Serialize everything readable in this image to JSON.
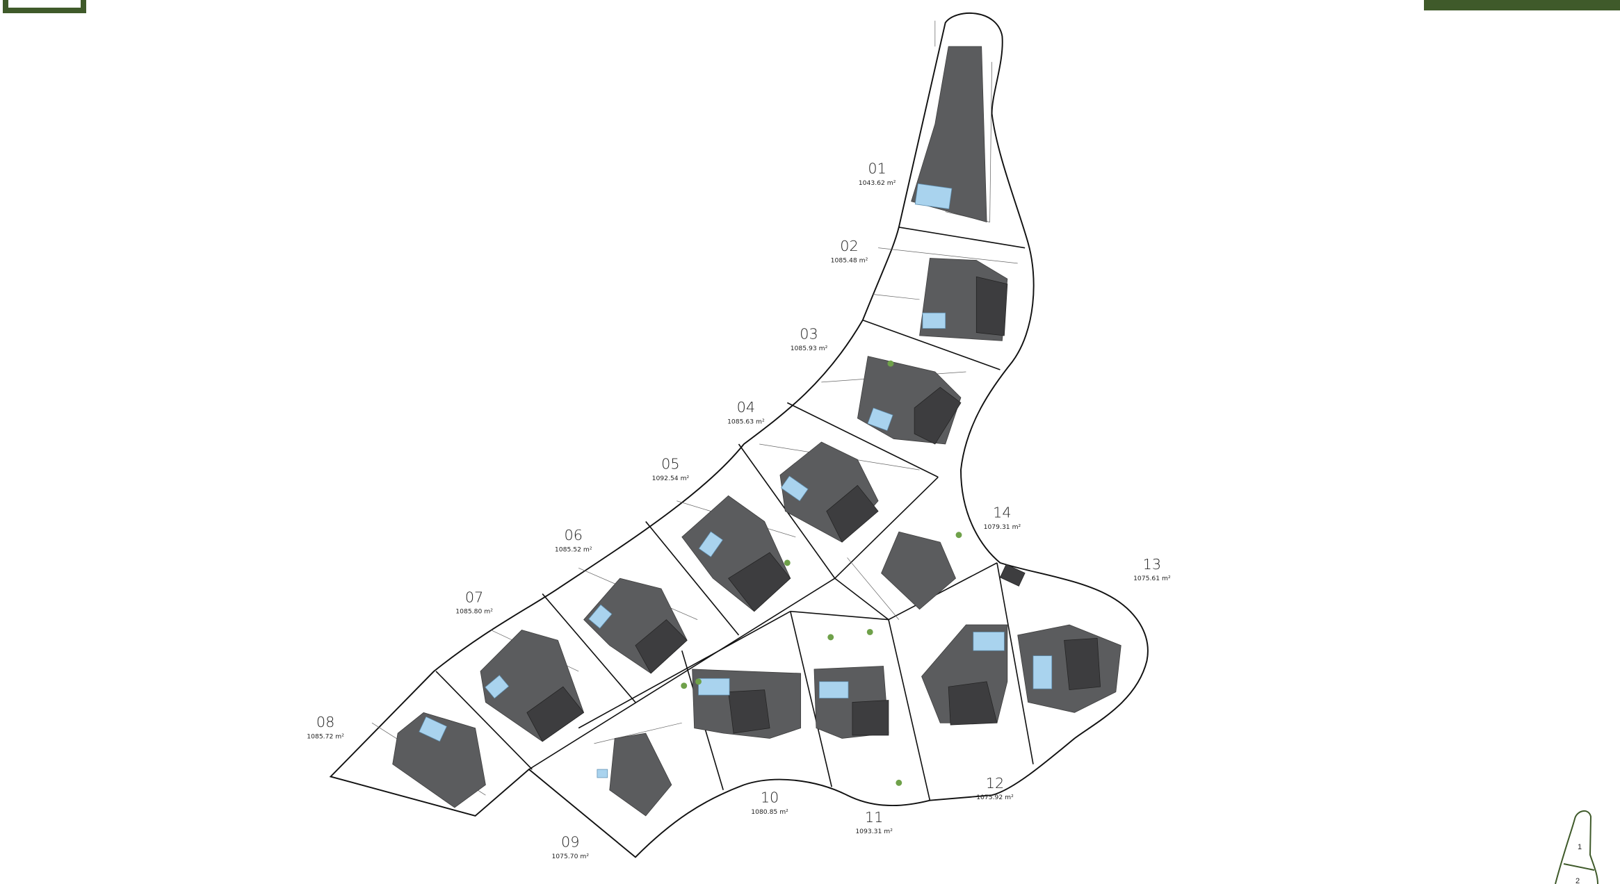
{
  "colors": {
    "brand_green": "#3f5a2a",
    "pool_blue": "#a9d3ee",
    "house_grey": "#5b5c5e"
  },
  "plots": [
    {
      "number": "01",
      "area": "1043.62 m²"
    },
    {
      "number": "02",
      "area": "1085.48 m²"
    },
    {
      "number": "03",
      "area": "1085.93 m²"
    },
    {
      "number": "04",
      "area": "1085.63 m²"
    },
    {
      "number": "05",
      "area": "1092.54 m²"
    },
    {
      "number": "06",
      "area": "1085.52 m²"
    },
    {
      "number": "07",
      "area": "1085.80 m²"
    },
    {
      "number": "08",
      "area": "1085.72 m²"
    },
    {
      "number": "09",
      "area": "1075.70 m²"
    },
    {
      "number": "10",
      "area": "1080.85 m²"
    },
    {
      "number": "11",
      "area": "1093.31 m²"
    },
    {
      "number": "12",
      "area": "1075.92 m²"
    },
    {
      "number": "13",
      "area": "1075.61 m²"
    },
    {
      "number": "14",
      "area": "1079.31 m²"
    }
  ],
  "key_map": {
    "zones": [
      "1",
      "2"
    ]
  }
}
